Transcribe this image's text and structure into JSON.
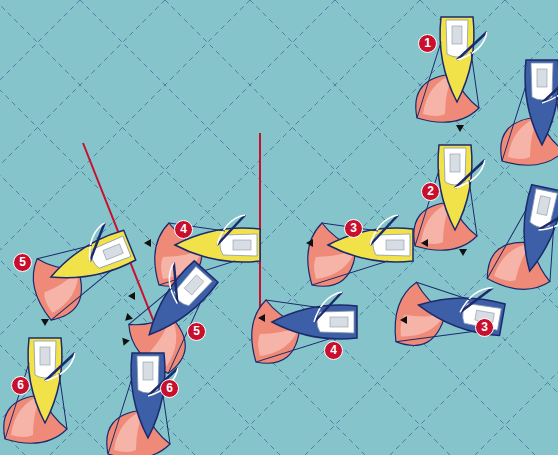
{
  "diagram": {
    "labels": [
      "1",
      "2",
      "3",
      "4",
      "5",
      "3",
      "5",
      "4",
      "6",
      "6"
    ]
  }
}
